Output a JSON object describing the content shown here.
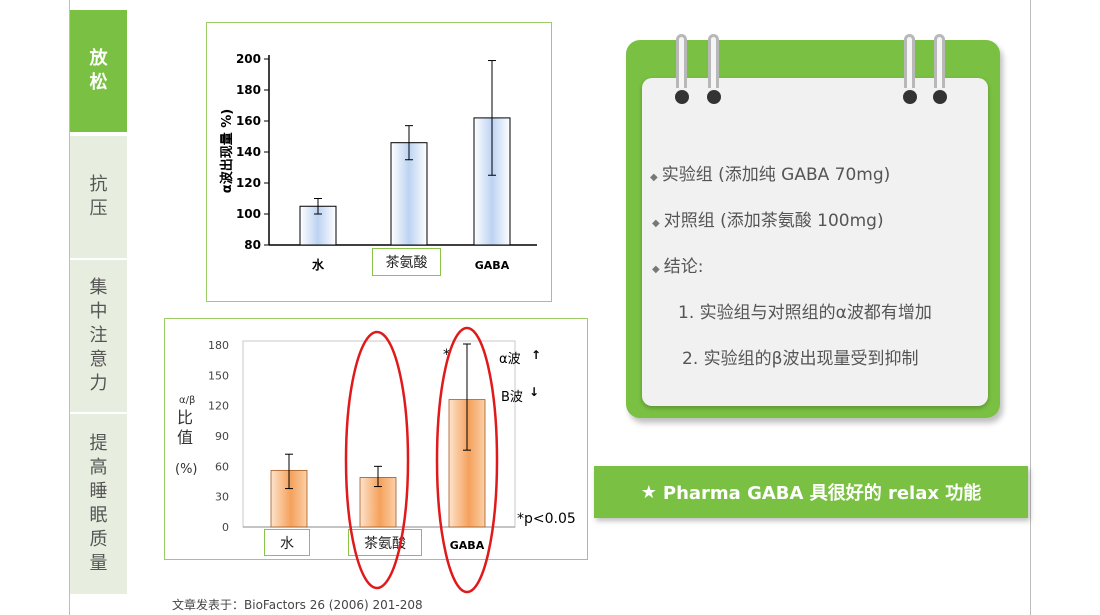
{
  "sidebar": {
    "tabs": [
      {
        "label": [
          "放",
          "松"
        ],
        "active": true
      },
      {
        "label": [
          "抗",
          "压"
        ],
        "active": false
      },
      {
        "label": [
          "集",
          "中",
          "注",
          "意",
          "力"
        ],
        "active": false
      },
      {
        "label": [
          "提",
          "高",
          "睡",
          "眠",
          "质",
          "量"
        ],
        "active": false
      }
    ]
  },
  "chart_data": [
    {
      "type": "bar",
      "ylabel": "α波出现量 %)",
      "categories": [
        "水",
        "茶氨酸",
        "GABA"
      ],
      "values": [
        105,
        146,
        162
      ],
      "errors": [
        [
          100,
          110
        ],
        [
          135,
          157
        ],
        [
          125,
          199
        ]
      ],
      "ylim": [
        80,
        200
      ],
      "yticks": [
        80,
        100,
        120,
        140,
        160,
        180,
        200
      ],
      "bar_color": "#bcd3f2"
    },
    {
      "type": "bar",
      "ylabel_top": "α/β",
      "ylabel_main": [
        "比",
        "值",
        "(%)"
      ],
      "categories": [
        "水",
        "茶氨酸",
        "GABA"
      ],
      "values": [
        56,
        49,
        126
      ],
      "errors": [
        [
          38,
          72
        ],
        [
          40,
          60
        ],
        [
          76,
          181
        ]
      ],
      "ylim": [
        0,
        180
      ],
      "yticks": [
        0,
        30,
        60,
        90,
        120,
        150,
        180
      ],
      "bar_color": "#f5a15c",
      "annotations": {
        "alpha_label": "α波",
        "alpha_arrow": "↑",
        "beta_label": "Β波",
        "beta_arrow": "↓",
        "star": "*",
        "pvalue": "*p<0.05"
      }
    }
  ],
  "notebook": {
    "items": [
      "实验组 (添加纯 GABA 70mg)",
      "对照组 (添加茶氨酸 100mg)",
      "结论:",
      "1. 实验组与对照组的α波都有增加",
      "2. 实验组的β波出现量受到抑制"
    ],
    "bullet": "◆"
  },
  "banner": {
    "star": "★",
    "text": "Pharma GABA 具很好的 relax 功能"
  },
  "source": "文章发表于：BioFactors 26 (2006) 201-208"
}
